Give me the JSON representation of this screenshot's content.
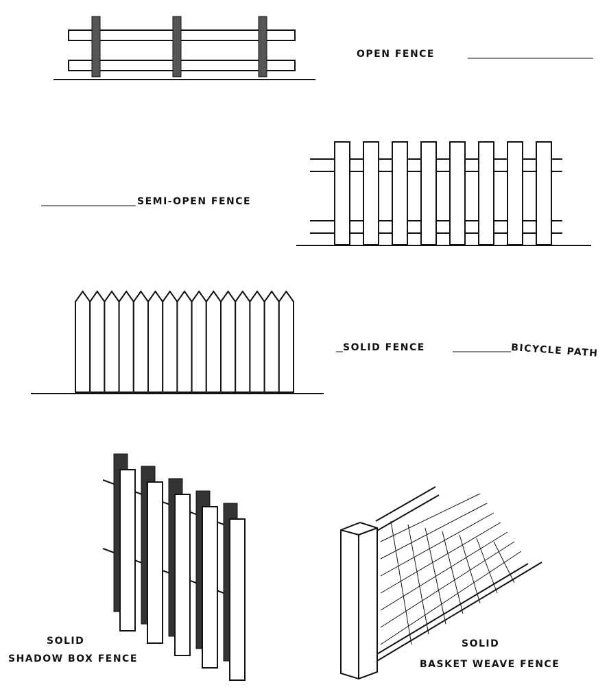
{
  "labels": {
    "open_fence": "OPEN FENCE",
    "semi_open_fence": "SEMI-OPEN FENCE",
    "solid_fence": "SOLID FENCE",
    "bicycle_path": "BICYCLE PATH",
    "shadow_box_line1": "SOLID",
    "shadow_box_line2": "SHADOW BOX FENCE",
    "basket_weave_line1": "SOLID",
    "basket_weave_line2": "BASKET WEAVE FENCE"
  },
  "colors": {
    "ink": "#111111",
    "paper": "#ffffff"
  }
}
